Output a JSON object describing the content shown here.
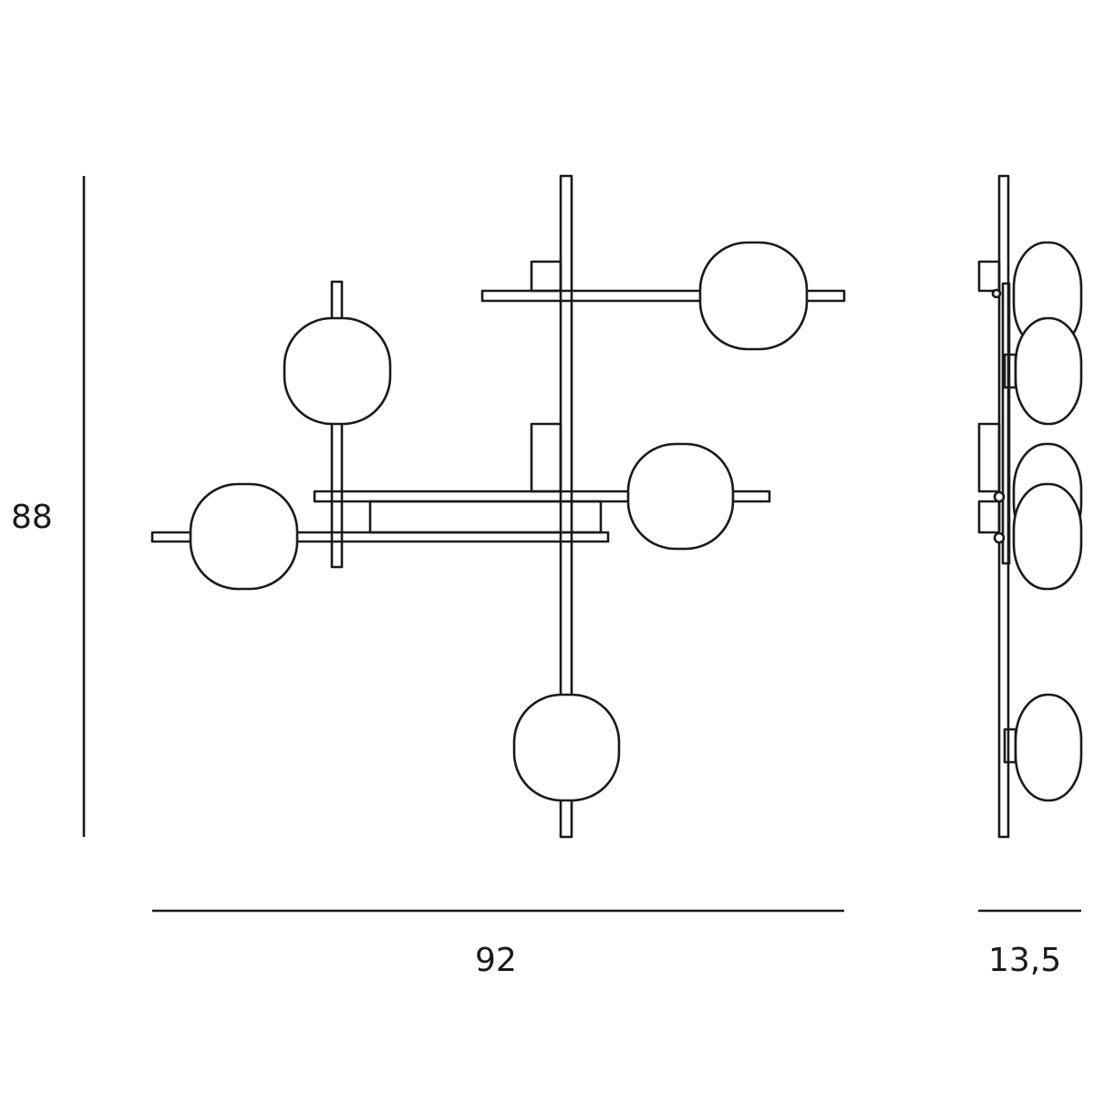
{
  "diagram": {
    "dimensions": {
      "height": "88",
      "width": "92",
      "depth": "13,5"
    },
    "colors": {
      "stroke": "#1a1a1a",
      "background": "#ffffff"
    }
  }
}
